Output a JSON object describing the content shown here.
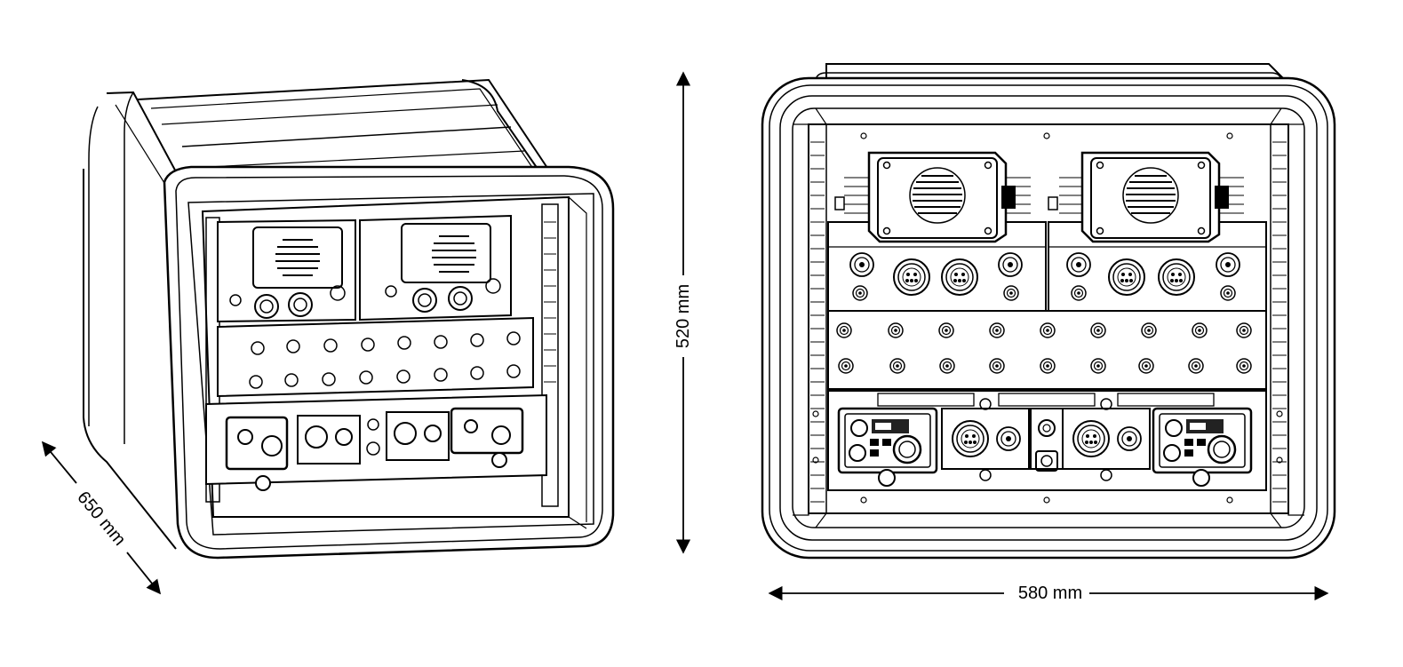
{
  "dimensions": {
    "depth_label": "650 mm",
    "height_label": "520 mm",
    "width_label": "580 mm"
  }
}
